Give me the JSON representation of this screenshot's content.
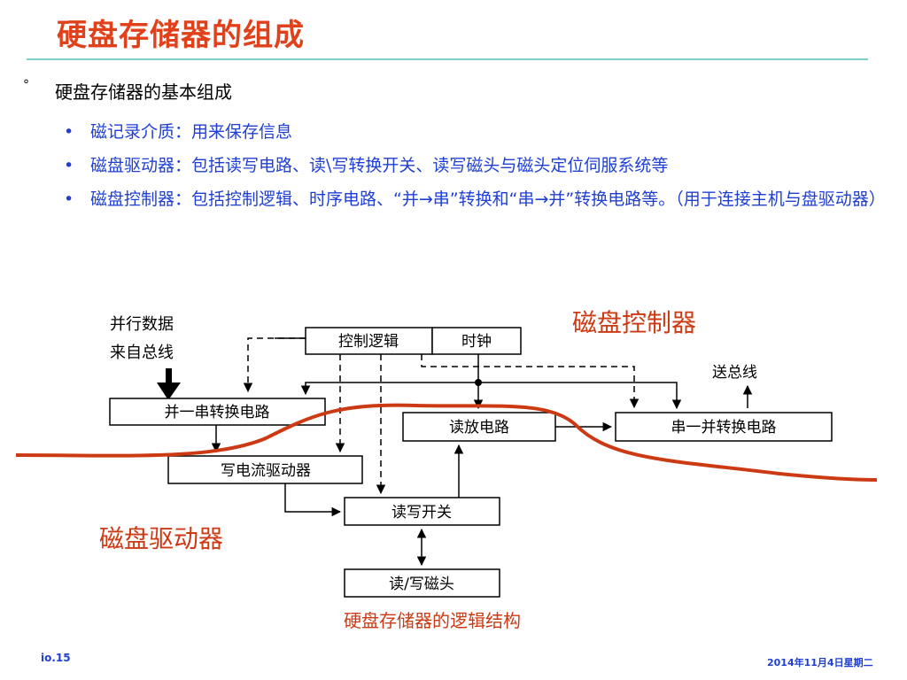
{
  "title": "硬盘存储器的组成",
  "heading": {
    "marker": "°",
    "text": "硬盘存储器的基本组成"
  },
  "bullets": [
    {
      "marker": "•",
      "text": "磁记录介质：用来保存信息"
    },
    {
      "marker": "•",
      "text": "磁盘驱动器：包括读写电路、读\\写转换开关、读写磁头与磁头定位伺服系统等"
    },
    {
      "marker": "•",
      "text": "磁盘控制器：包括控制逻辑、时序电路、“并→串”转换和“串→并”转换电路等。（用于连接主机与盘驱动器）"
    }
  ],
  "diagram": {
    "input_label_line1": "并行数据",
    "input_label_line2": "来自总线",
    "output_label": "送总线",
    "controller_label": "磁盘控制器",
    "drive_label": "磁盘驱动器",
    "caption": "硬盘存储器的逻辑结构",
    "boxes": {
      "control_logic": "控制逻辑",
      "clock": "时钟",
      "p2s": "并一串转换电路",
      "read_amp": "读放电路",
      "s2p": "串一并转换电路",
      "write_driver": "写电流驱动器",
      "rw_switch": "读写开关",
      "head": "读/写磁头"
    },
    "colors": {
      "accent": "#cc3a14",
      "box_text": "#000000"
    }
  },
  "footer": {
    "left": "io.15",
    "right": "2014年11月4日星期二"
  }
}
